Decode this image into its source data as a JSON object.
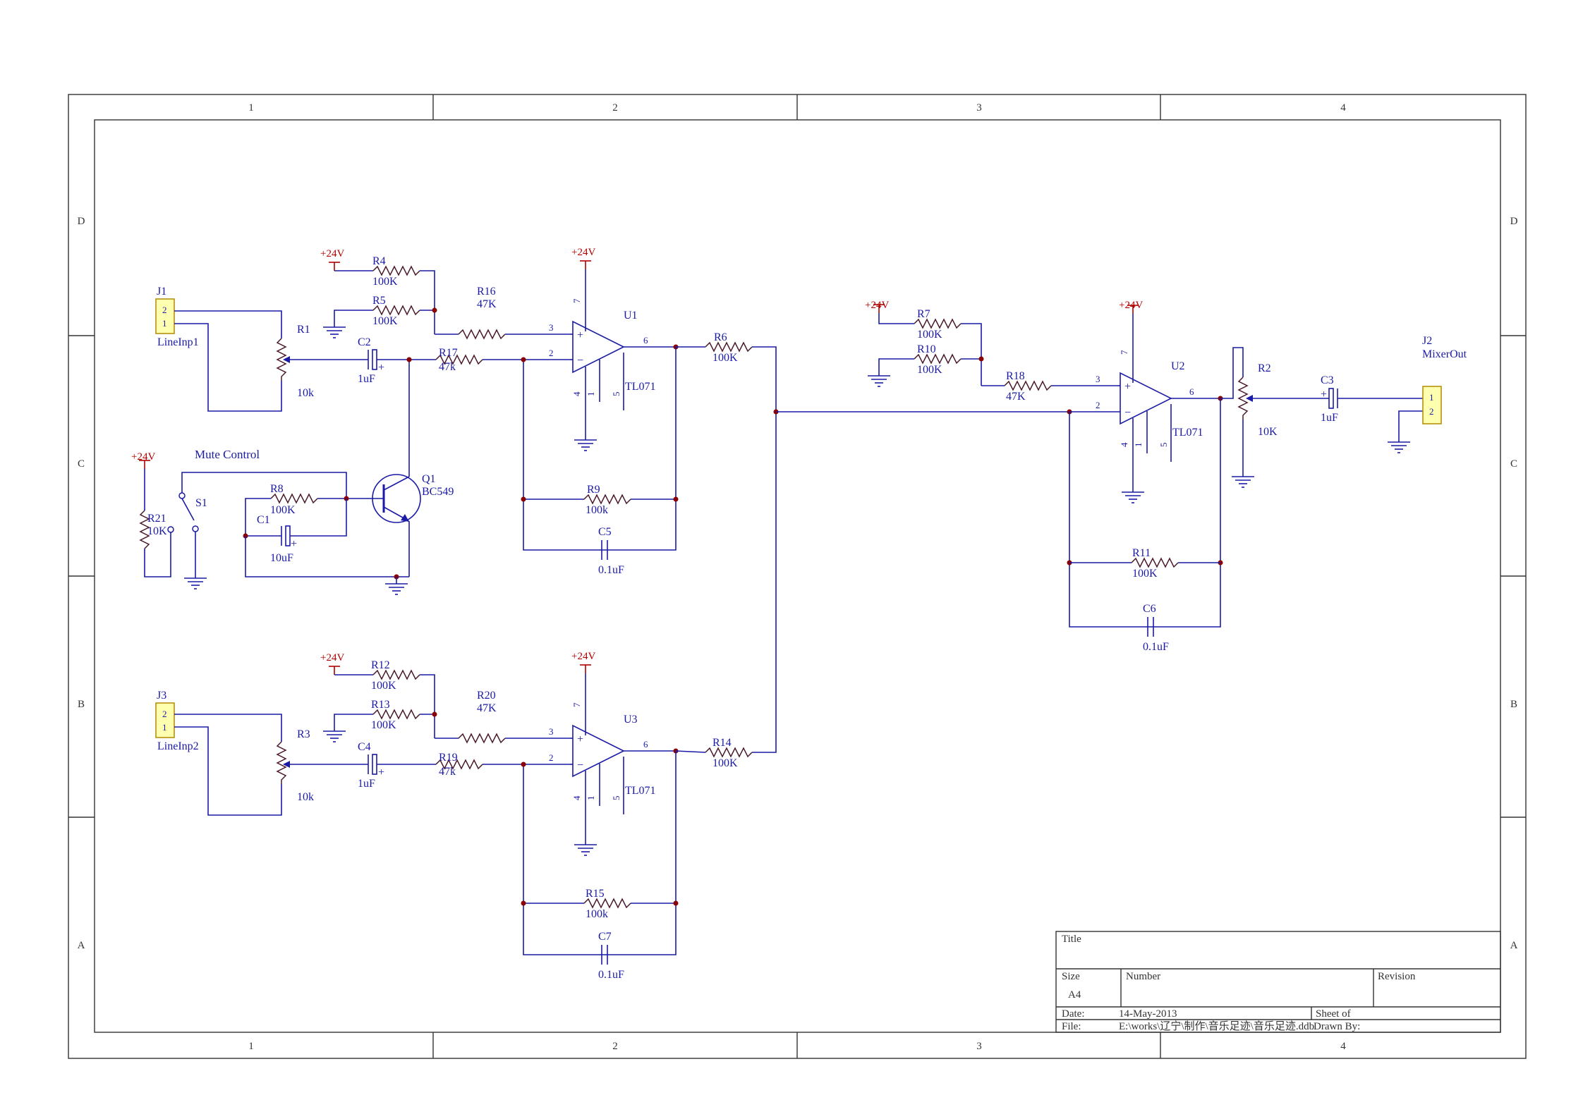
{
  "zones": {
    "columns": [
      "1",
      "2",
      "3",
      "4"
    ],
    "rows": [
      "D",
      "C",
      "B",
      "A"
    ]
  },
  "power_label": "+24V",
  "connectors": {
    "j1": {
      "ref": "J1",
      "name": "LineInp1",
      "pin_top": "2",
      "pin_bottom": "1"
    },
    "j2": {
      "ref": "J2",
      "name": "MixerOut",
      "pin_top": "1",
      "pin_bottom": "2"
    },
    "j3": {
      "ref": "J3",
      "name": "LineInp2",
      "pin_top": "2",
      "pin_bottom": "1"
    }
  },
  "resistors": {
    "r1": {
      "ref": "R1",
      "value": "10k"
    },
    "r2": {
      "ref": "R2",
      "value": "10K"
    },
    "r3": {
      "ref": "R3",
      "value": "10k"
    },
    "r4": {
      "ref": "R4",
      "value": "100K"
    },
    "r5": {
      "ref": "R5",
      "value": "100K"
    },
    "r6": {
      "ref": "R6",
      "value": "100K"
    },
    "r7": {
      "ref": "R7",
      "value": "100K"
    },
    "r8": {
      "ref": "R8",
      "value": "100K"
    },
    "r9": {
      "ref": "R9",
      "value": "100k"
    },
    "r10": {
      "ref": "R10",
      "value": "100K"
    },
    "r11": {
      "ref": "R11",
      "value": "100K"
    },
    "r12": {
      "ref": "R12",
      "value": "100K"
    },
    "r13": {
      "ref": "R13",
      "value": "100K"
    },
    "r14": {
      "ref": "R14",
      "value": "100K"
    },
    "r15": {
      "ref": "R15",
      "value": "100k"
    },
    "r16": {
      "ref": "R16",
      "value": "47K"
    },
    "r17": {
      "ref": "R17",
      "value": "47k"
    },
    "r18": {
      "ref": "R18",
      "value": "47K"
    },
    "r19": {
      "ref": "R19",
      "value": "47k"
    },
    "r20": {
      "ref": "R20",
      "value": "47K"
    },
    "r21": {
      "ref": "R21",
      "value": "10K"
    }
  },
  "capacitors": {
    "c1": {
      "ref": "C1",
      "value": "10uF"
    },
    "c2": {
      "ref": "C2",
      "value": "1uF"
    },
    "c3": {
      "ref": "C3",
      "value": "1uF"
    },
    "c4": {
      "ref": "C4",
      "value": "1uF"
    },
    "c5": {
      "ref": "C5",
      "value": "0.1uF"
    },
    "c6": {
      "ref": "C6",
      "value": "0.1uF"
    },
    "c7": {
      "ref": "C7",
      "value": "0.1uF"
    }
  },
  "opamps": {
    "u1": {
      "ref": "U1",
      "part": "TL071"
    },
    "u2": {
      "ref": "U2",
      "part": "TL071"
    },
    "u3": {
      "ref": "U3",
      "part": "TL071"
    }
  },
  "opamp_pins": {
    "noninv": "3",
    "inv": "2",
    "out": "6",
    "vpos": "7",
    "vneg": "4",
    "null1": "1",
    "null2": "5",
    "plus": "+",
    "minus": "−"
  },
  "transistor": {
    "ref": "Q1",
    "part": "BC549"
  },
  "switch": {
    "ref": "S1"
  },
  "mute_label": "Mute Control",
  "title_block": {
    "title_label": "Title",
    "size_label": "Size",
    "size_value": "A4",
    "number_label": "Number",
    "revision_label": "Revision",
    "date_label": "Date:",
    "date_value": "14-May-2013",
    "sheet_label": "Sheet    of",
    "file_label": "File:",
    "file_value": "E:\\works\\辽宁\\制作\\音乐足迹\\音乐足迹.ddb",
    "drawn_label": "Drawn By:"
  }
}
